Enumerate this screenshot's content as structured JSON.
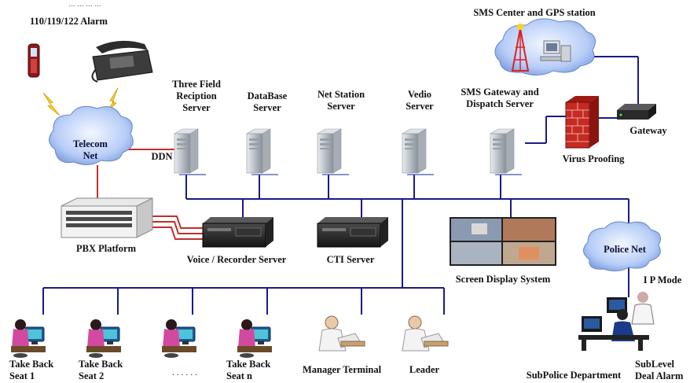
{
  "diagram": {
    "top_caption": "...   ...   ... ...",
    "alarm_label": "110/119/122 Alarm",
    "sms_center_label": "SMS Center and GPS station",
    "telecom_net_label": "Telecom\nNet",
    "ddn_label": "DDN",
    "servers": [
      {
        "label": "Three Field\nReciption\nServer"
      },
      {
        "label": "DataBase\nServer"
      },
      {
        "label": "Net Station\nServer"
      },
      {
        "label": "Vedio\nServer"
      },
      {
        "label": "SMS Gateway and\nDispatch Server"
      }
    ],
    "gateway_label": "Gateway",
    "virus_proofing_label": "Virus Proofing",
    "pbx_label": "PBX Platform",
    "voice_recorder_label": "Voice / Recorder Server",
    "cti_label": "CTI Server",
    "screen_display_label": "Screen Display System",
    "police_net_label": "Police Net",
    "ip_mode_label": "I P Mode",
    "seats": [
      {
        "label": "Take Back\nSeat 1"
      },
      {
        "label": "Take Back\nSeat 2"
      },
      {
        "label": "· · · · · ·"
      },
      {
        "label": "Take Back\nSeat n"
      }
    ],
    "manager_label": "Manager Terminal",
    "leader_label": "Leader",
    "subpolice_label": "SubPolice Department",
    "sublevel_label": "SubLevel\nDeal Alarm",
    "colors": {
      "network_line": "#1a1a8c",
      "red_line": "#c0302a",
      "cloud_fill": "#c9dcff",
      "firewall": "#c62a23"
    }
  }
}
